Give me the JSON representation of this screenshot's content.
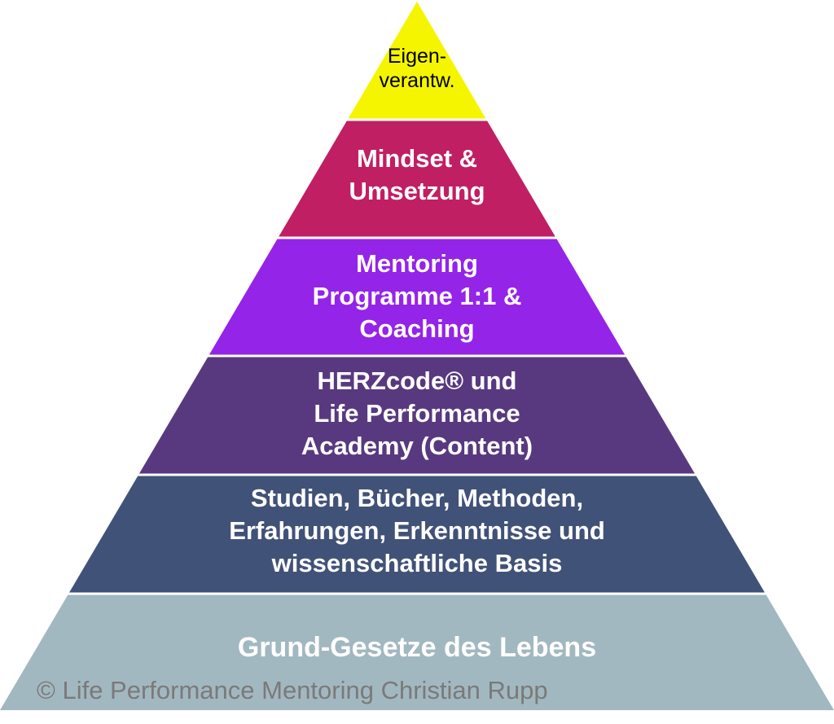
{
  "pyramid": {
    "layers": [
      {
        "lines": [
          "Eigen-",
          "verantw."
        ],
        "color": "#f5f500",
        "text_color": "#000000"
      },
      {
        "lines": [
          "Mindset &",
          "Umsetzung"
        ],
        "color": "#c01f63",
        "text_color": "#ffffff"
      },
      {
        "lines": [
          "Mentoring",
          "Programme 1:1 &",
          "Coaching"
        ],
        "color": "#9424e8",
        "text_color": "#ffffff"
      },
      {
        "lines": [
          "HERZcode® und",
          "Life Performance",
          "Academy (Content)"
        ],
        "color": "#58397f",
        "text_color": "#ffffff"
      },
      {
        "lines": [
          "Studien, Bücher, Methoden,",
          "Erfahrungen, Erkenntnisse und",
          "wissenschaftliche Basis"
        ],
        "color": "#415278",
        "text_color": "#ffffff"
      },
      {
        "lines": [
          "Grund-Gesetze des Lebens"
        ],
        "color": "#a2b8c0",
        "text_color": "#ffffff"
      }
    ],
    "copyright": "© Life Performance Mentoring Christian Rupp",
    "copyright_color": "#7a7a7a"
  }
}
